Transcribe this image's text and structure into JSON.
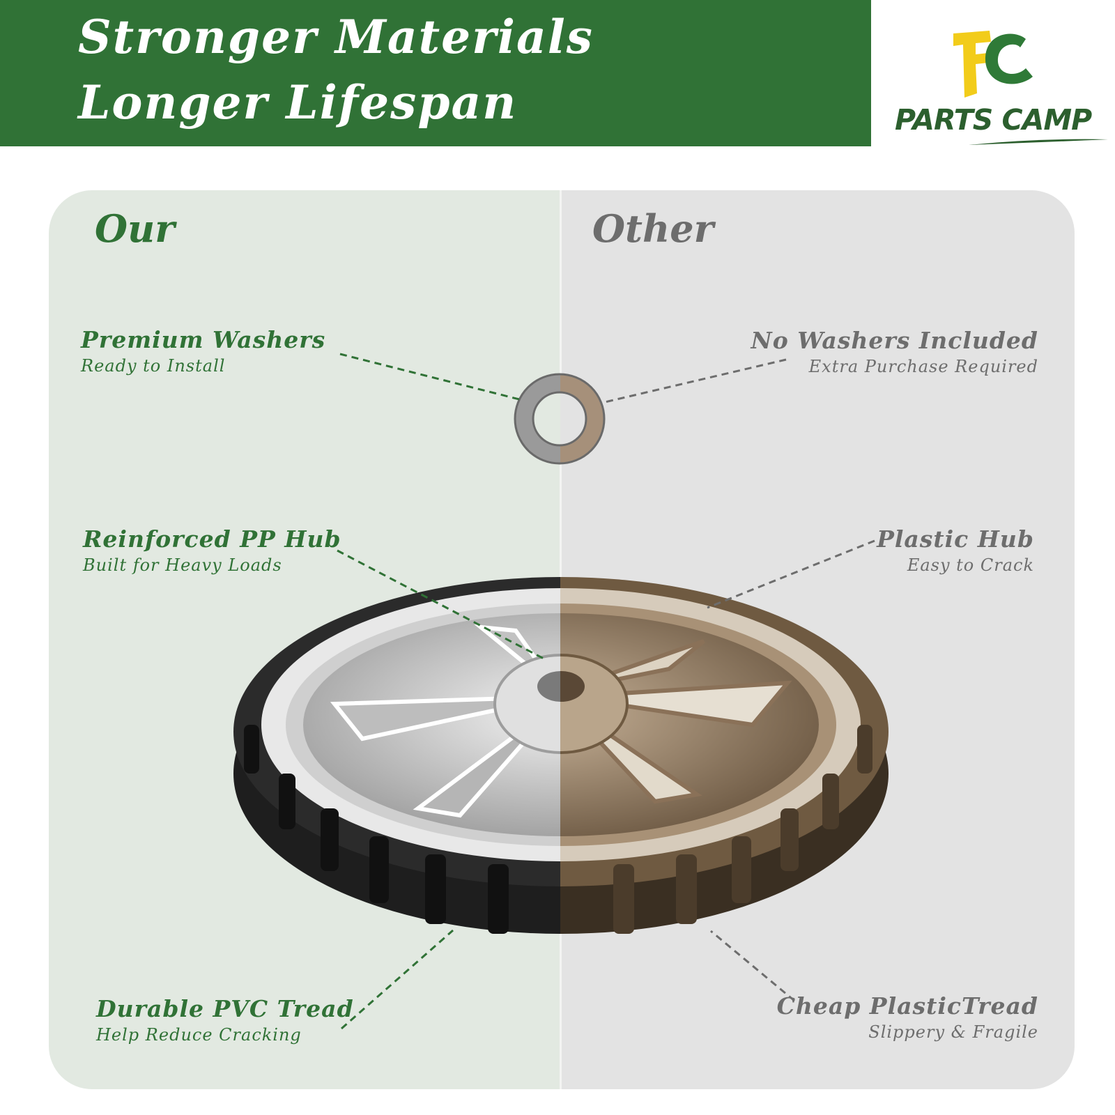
{
  "header": {
    "line1": "Stronger Materials",
    "line2": "Longer Lifespan",
    "bg_color": "#307236"
  },
  "logo": {
    "text": "PARTS CAMP"
  },
  "panels": {
    "our": {
      "title": "Our",
      "color": "#307236",
      "callouts": [
        {
          "title": "Premium Washers",
          "subtitle": "Ready to Install"
        },
        {
          "title": "Reinforced PP Hub",
          "subtitle": "Built for Heavy Loads"
        },
        {
          "title": "Durable PVC Tread",
          "subtitle": "Help Reduce Cracking"
        }
      ]
    },
    "other": {
      "title": "Other",
      "color": "#6d6d6d",
      "callouts": [
        {
          "title": "No Washers Included",
          "subtitle": "Extra Purchase Required"
        },
        {
          "title": "Plastic Hub",
          "subtitle": "Easy to Crack"
        },
        {
          "title": "Cheap PlasticTread",
          "subtitle": "Slippery & Fragile"
        }
      ]
    }
  },
  "icons": [
    "washer-icon",
    "wheel-image",
    "logo-mark-icon"
  ]
}
